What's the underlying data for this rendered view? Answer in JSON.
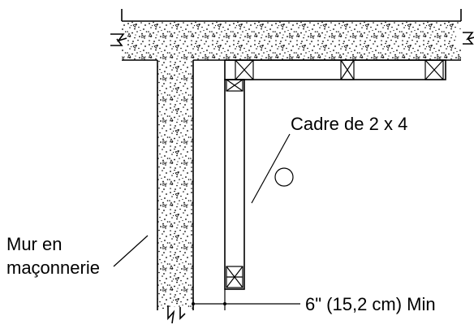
{
  "labels": {
    "frame": "Cadre de 2 x 4",
    "wall_line1": "Mur en",
    "wall_line2": "maçonnerie",
    "clearance": "6\" (15,2 cm) Min"
  },
  "colors": {
    "ink": "#000000",
    "background": "#ffffff"
  }
}
